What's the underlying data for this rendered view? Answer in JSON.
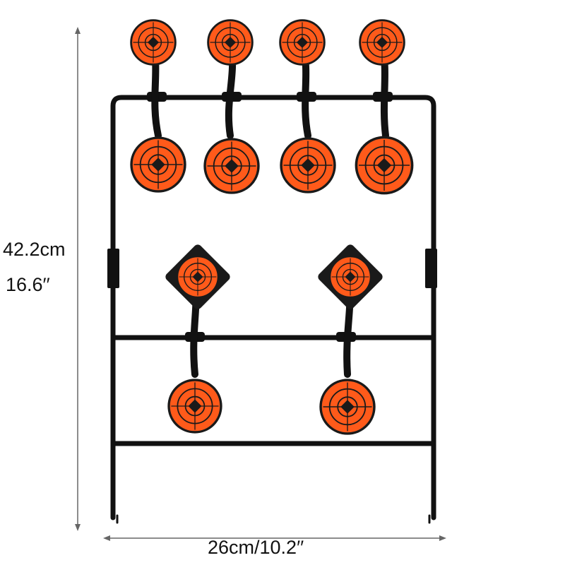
{
  "dimensions": {
    "height_cm": "42.2cm",
    "height_in": "16.6′′",
    "width": "26cm/10.2′′"
  },
  "colors": {
    "target_orange": "#ff5a1a",
    "frame_black": "#111111",
    "dimension_line": "#666666"
  },
  "targets": {
    "upper_row_count": 4,
    "lower_row_count": 2
  }
}
